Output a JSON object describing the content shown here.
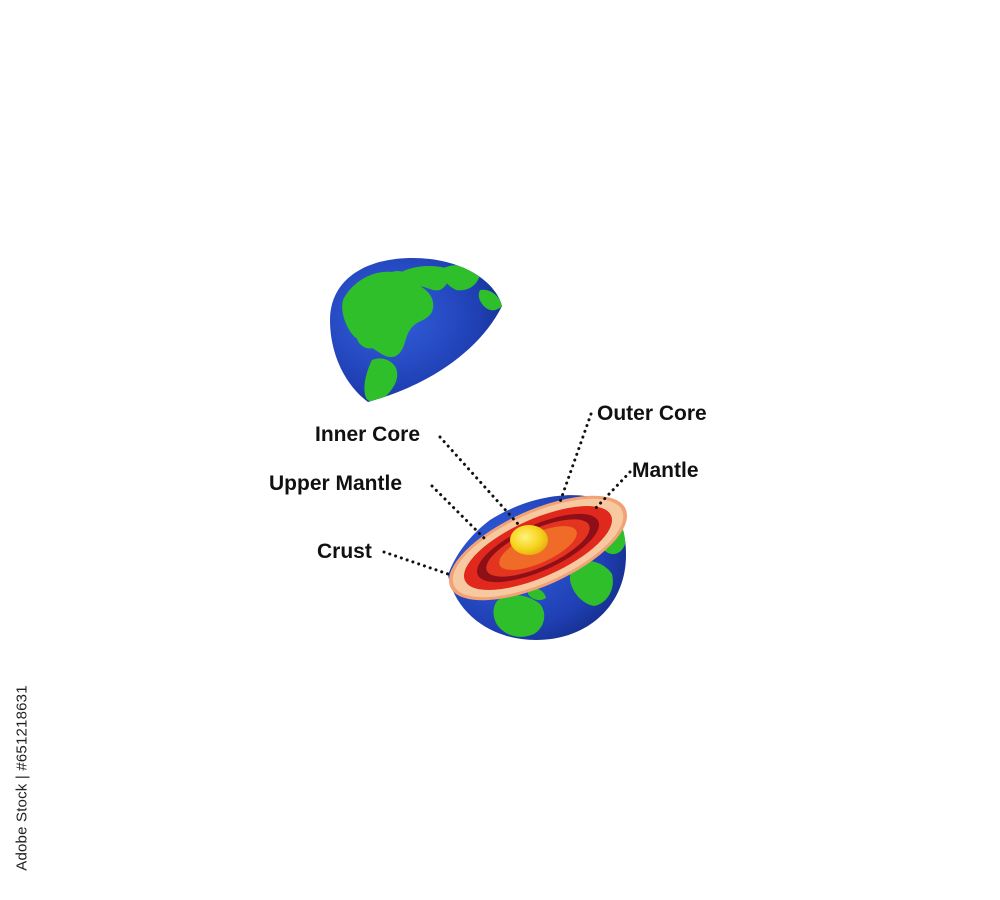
{
  "diagram": {
    "labels": {
      "inner_core": "Inner Core",
      "outer_core": "Outer Core",
      "upper_mantle": "Upper Mantle",
      "mantle": "Mantle",
      "crust": "Crust"
    },
    "watermark_id": "Adobe Stock | #651218631",
    "colors": {
      "ocean": "#1f3fb3",
      "land": "#2fbf2a",
      "crust": "#f7c9a0",
      "upper_mantle": "#e0281c",
      "mantle": "#8e0f18",
      "outer_core": "#e3341f",
      "inner_core": "#f5d21a"
    }
  }
}
